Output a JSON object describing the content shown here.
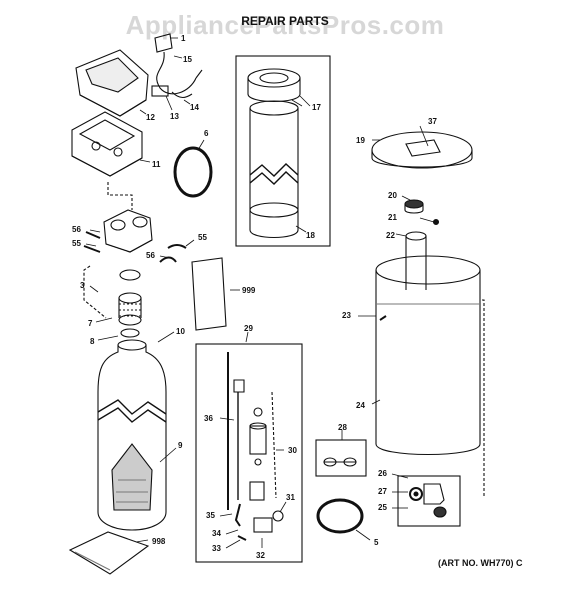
{
  "watermark": "AppliancePartsPros.com",
  "title": "REPAIR PARTS",
  "art_number": "(ART NO. WH770) C",
  "callouts": [
    "1",
    "15",
    "12",
    "13",
    "14",
    "11",
    "6",
    "17",
    "18",
    "19",
    "37",
    "20",
    "21",
    "22",
    "56",
    "55",
    "56",
    "55",
    "3",
    "7",
    "8",
    "10",
    "999",
    "29",
    "23",
    "36",
    "30",
    "24",
    "9",
    "28",
    "26",
    "27",
    "25",
    "31",
    "35",
    "34",
    "33",
    "32",
    "998",
    "5"
  ]
}
